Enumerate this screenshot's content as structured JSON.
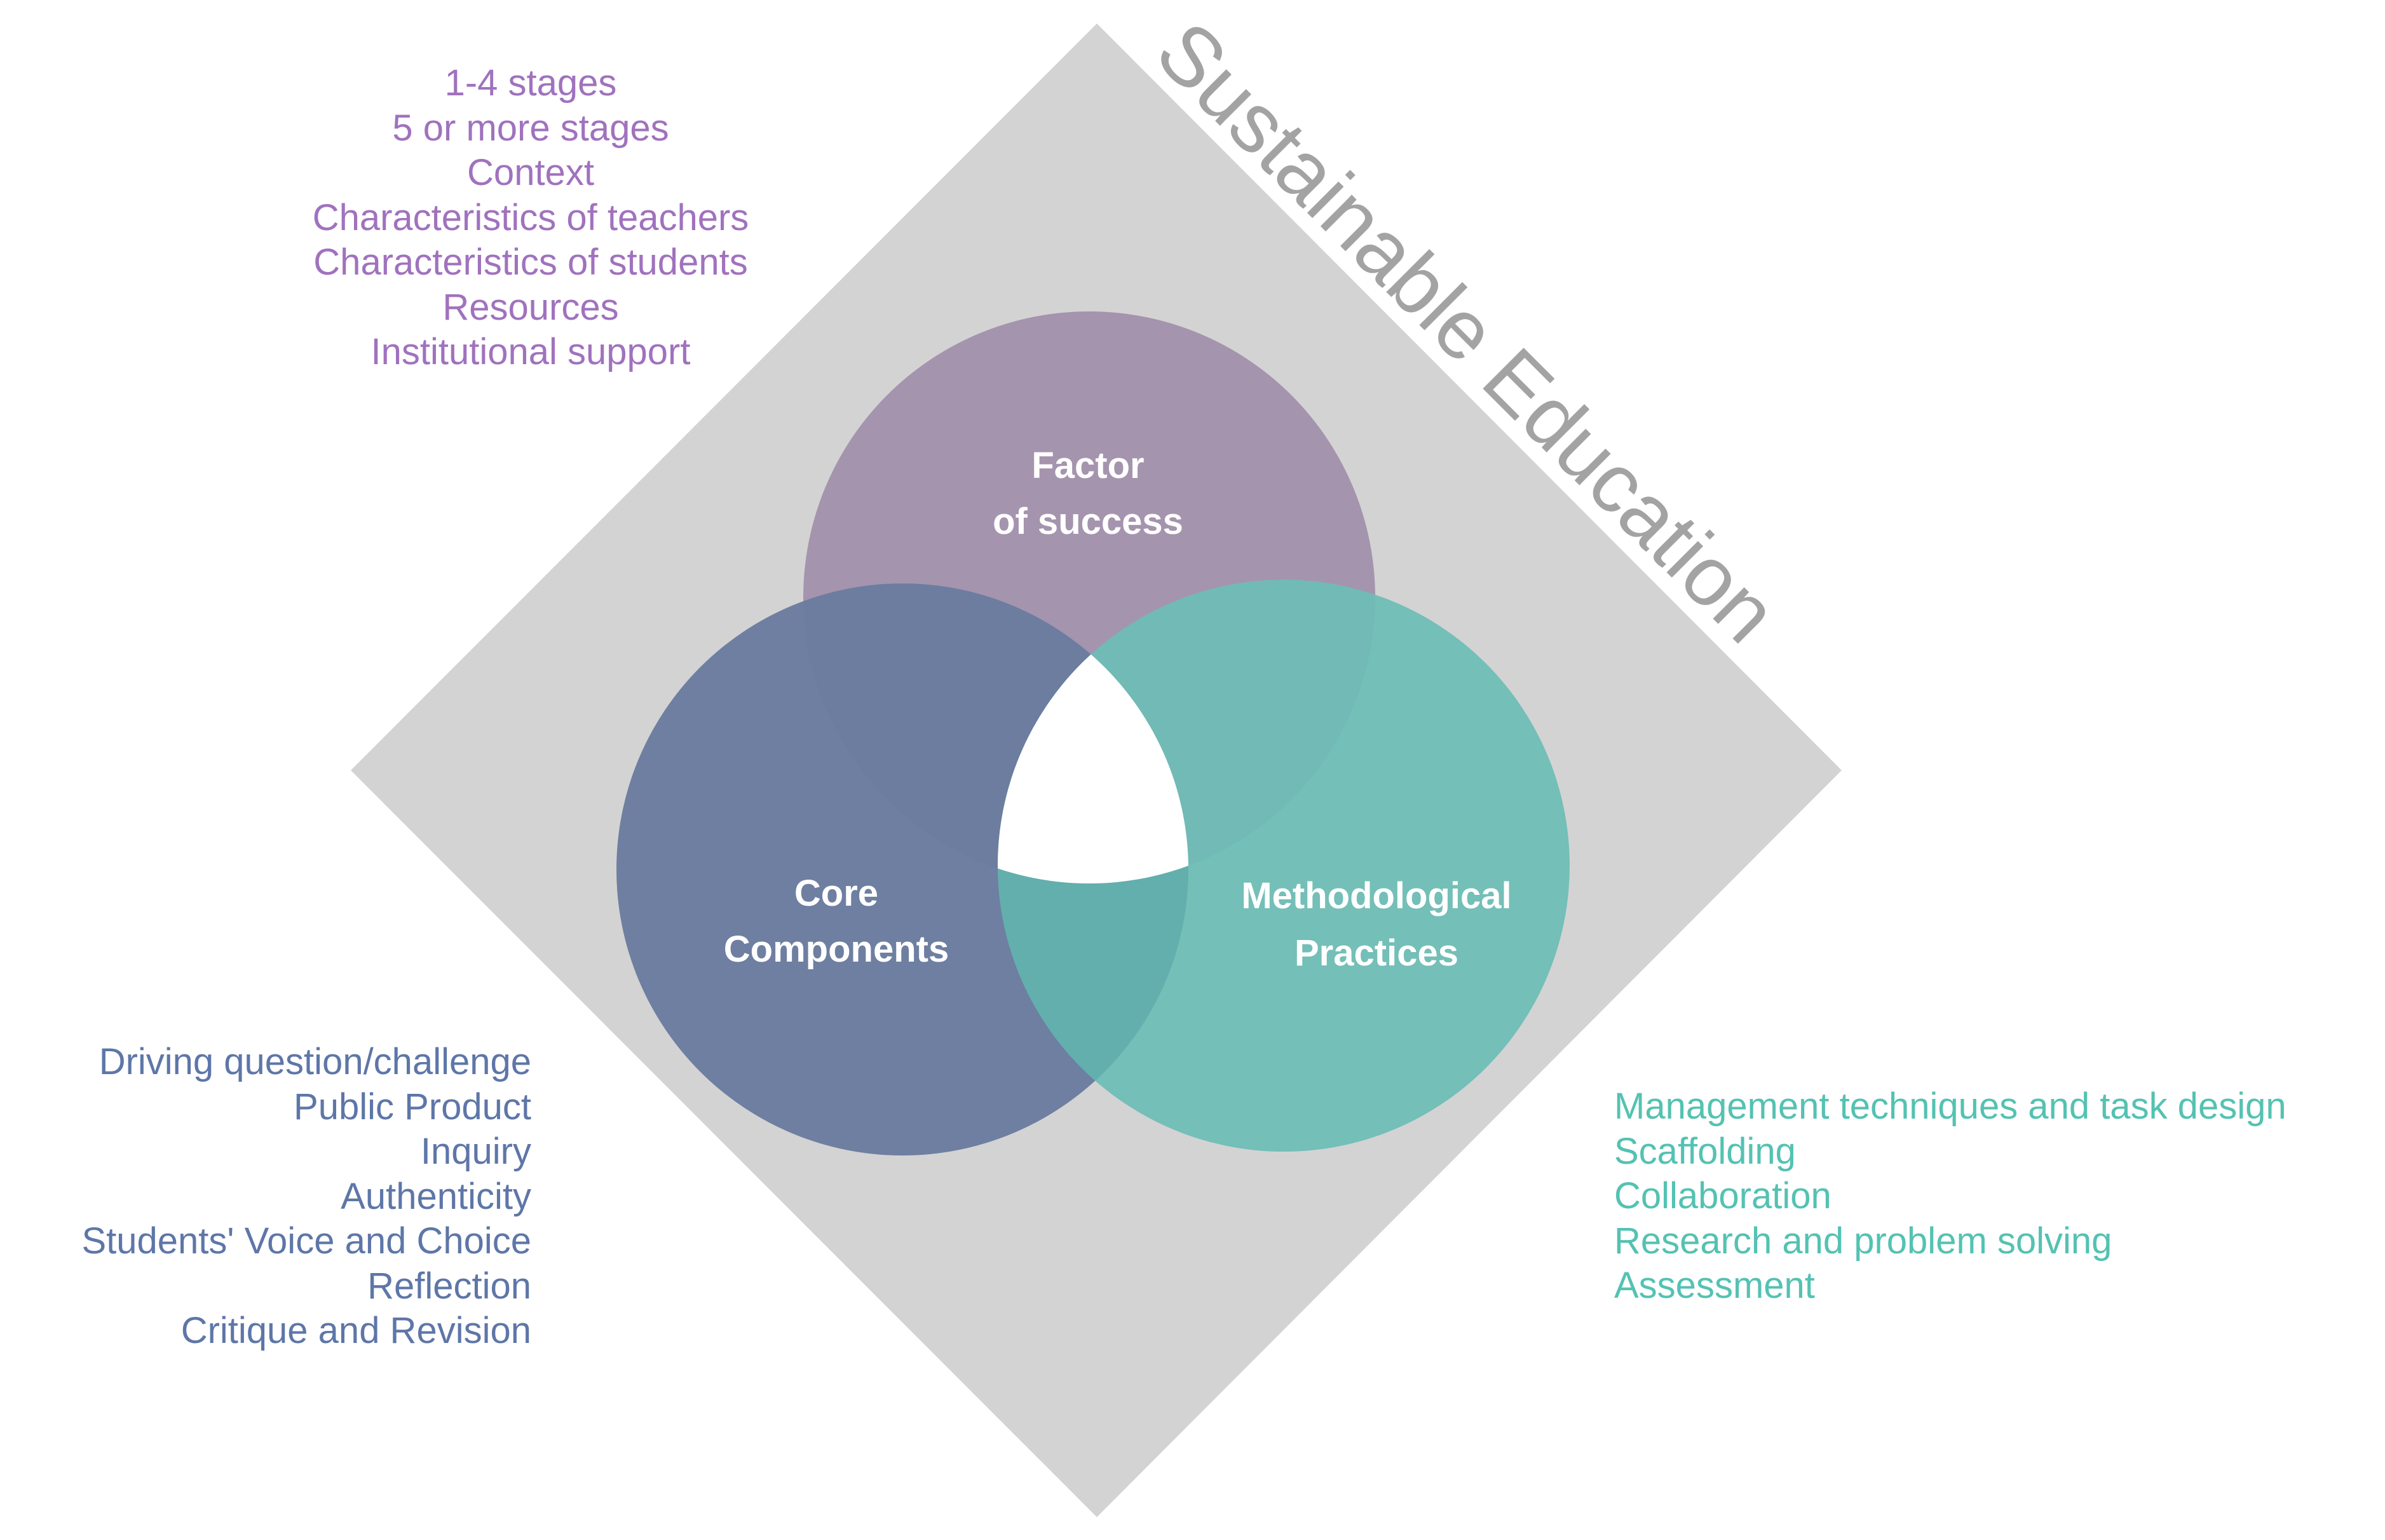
{
  "diagram": {
    "frame_label": "Sustainable Education",
    "circles": [
      {
        "id": "factor",
        "title_lines": [
          "Factor",
          "of success"
        ],
        "color": "#a594ae"
      },
      {
        "id": "core",
        "title_lines": [
          "Core",
          "Components"
        ],
        "color": "#6a7c9f"
      },
      {
        "id": "method",
        "title_lines": [
          "Methodological",
          "Practices"
        ],
        "color": "#6dbdb6"
      }
    ],
    "factor_items": [
      "1-4 stages",
      "5 or more stages",
      "Context",
      "Characteristics of teachers",
      "Characteristics of students",
      "Resources",
      "Institutional support"
    ],
    "core_items": [
      "Driving question/challenge",
      "Public Product",
      "Inquiry",
      "Authenticity",
      "Students' Voice and Choice",
      "Reflection",
      "Critique and Revision"
    ],
    "method_items": [
      "Management techniques and task design",
      "Scaffolding",
      "Collaboration",
      "Research and problem solving",
      "Assessment"
    ],
    "colors": {
      "diamond": "#d3d3d3",
      "frame_label": "#a3a3a3",
      "factor_text": "#a072be",
      "core_text": "#5e76a8",
      "method_text": "#54c2b2",
      "circle_text": "#ffffff",
      "center": "#ffffff"
    }
  }
}
